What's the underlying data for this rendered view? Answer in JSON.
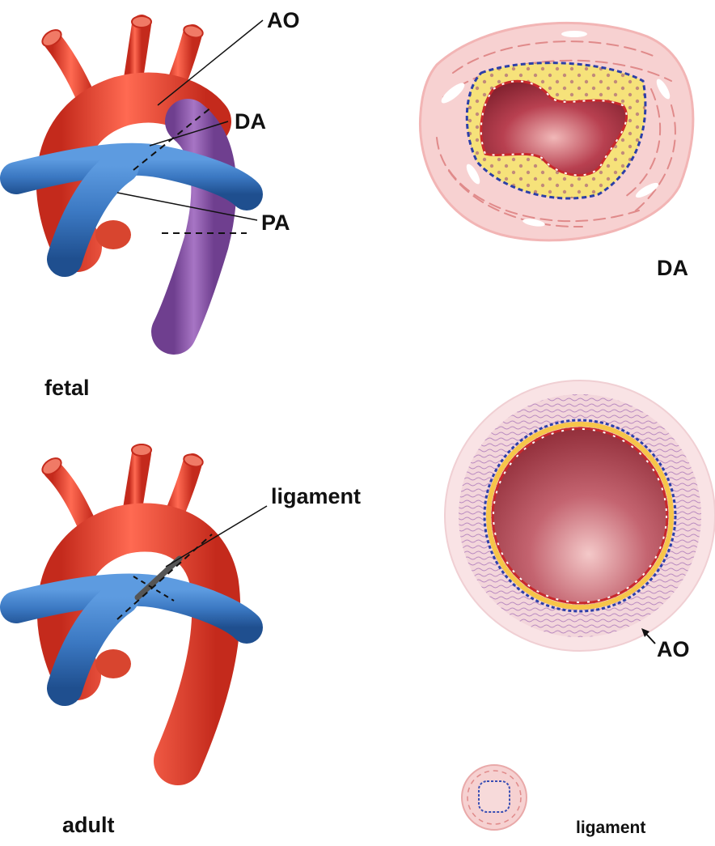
{
  "labels": {
    "ao_top": "AO",
    "da_top": "DA",
    "pa": "PA",
    "fetal": "fetal",
    "da_section": "DA",
    "ligament_top": "ligament",
    "ao_section": "AO",
    "adult": "adult",
    "ligament_section": "ligament"
  },
  "colors": {
    "aorta": "#e8412e",
    "pulmonary_artery": "#3b78c2",
    "ductus_arteriosus": "#8e5ba8",
    "lumen": "#a63a44",
    "vessel_wall": "#f4c3c3",
    "internal_elastic": "#2c3fa8",
    "endothelium": "#c8282c",
    "intima": "#f6e27a"
  }
}
